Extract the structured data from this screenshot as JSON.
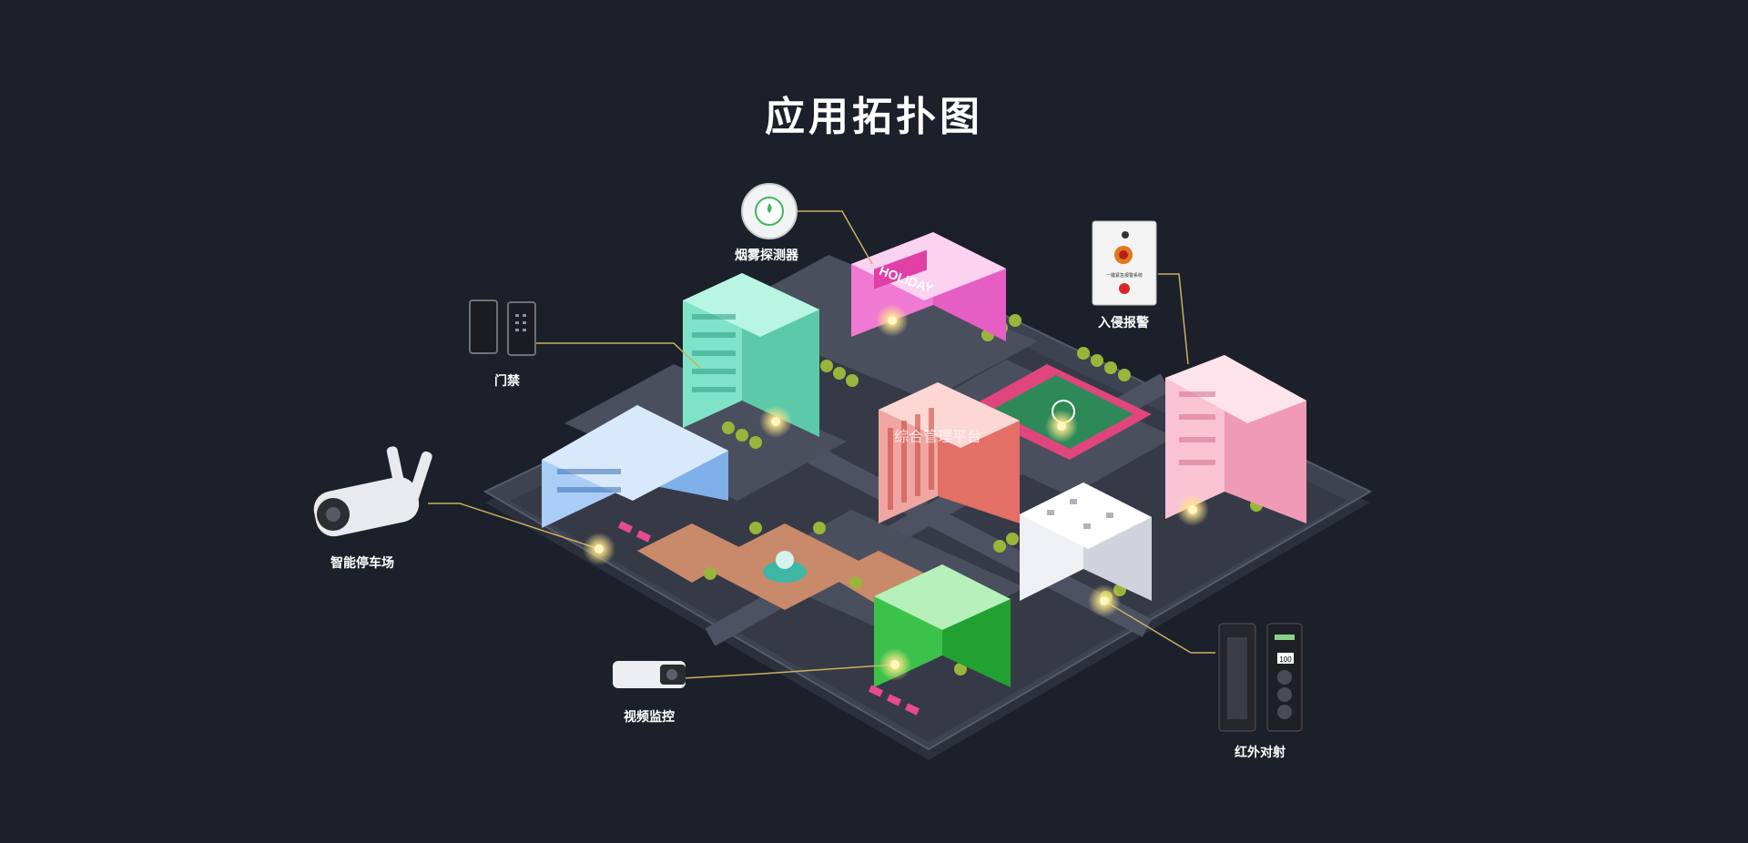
{
  "page": {
    "title": "应用拓扑图"
  },
  "platform": {
    "label": "综合管理平台"
  },
  "devices": {
    "smoke_detector": {
      "label": "烟雾探测器"
    },
    "access_control": {
      "label": "门禁"
    },
    "smart_parking": {
      "label": "智能停车场"
    },
    "video_monitoring": {
      "label": "视频监控"
    },
    "intrusion_alarm": {
      "label": "入侵报警",
      "panel_text": "一键紧急报警系统"
    },
    "infrared_beam": {
      "label": "红外对射",
      "display": "100"
    }
  },
  "buildings": {
    "mall_sign": "HOLIDAY"
  },
  "colors": {
    "background": "#1c202b",
    "platform": "#3a3f4d",
    "connector": "#c9b060",
    "glow": "#ffe68a"
  }
}
